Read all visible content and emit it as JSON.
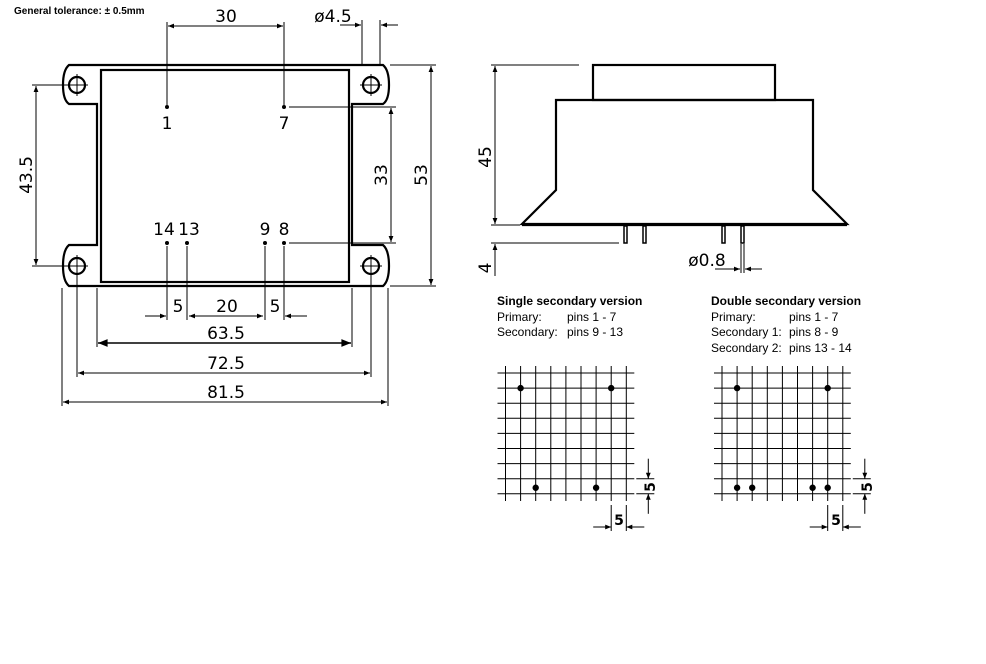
{
  "tolerance_note": "General tolerance: ± 0.5mm",
  "top_view": {
    "pins": [
      {
        "label": "1"
      },
      {
        "label": "7"
      },
      {
        "label": "14"
      },
      {
        "label": "13"
      },
      {
        "label": "9"
      },
      {
        "label": "8"
      }
    ],
    "dimensions": {
      "pin_spacing_top": "30",
      "hole_diameter": "ø4.5",
      "hole_spacing_vertical": "43.5",
      "pin_row_spacing": "33",
      "overall_depth": "53",
      "pin_offset_left": "5",
      "pin_spacing_bottom": "20",
      "pin_offset_right": "5",
      "body_width": "63.5",
      "hole_spacing_horizontal": "72.5",
      "overall_width": "81.5"
    }
  },
  "side_view": {
    "dimensions": {
      "height": "45",
      "pin_length": "4",
      "pin_diameter": "ø0.8"
    }
  },
  "single_version": {
    "title": "Single secondary version",
    "rows": [
      {
        "label": "Primary:",
        "value": "pins 1 - 7"
      },
      {
        "label": "Secondary:",
        "value": "pins 9 - 13"
      }
    ],
    "grid_pitch_v": "5",
    "grid_pitch_h": "5"
  },
  "double_version": {
    "title": "Double secondary version",
    "rows": [
      {
        "label": "Primary:",
        "value": "pins 1 - 7"
      },
      {
        "label": "Secondary 1:",
        "value": "pins 8 - 9"
      },
      {
        "label": "Secondary 2:",
        "value": "pins 13 - 14"
      }
    ],
    "grid_pitch_v": "5",
    "grid_pitch_h": "5"
  }
}
